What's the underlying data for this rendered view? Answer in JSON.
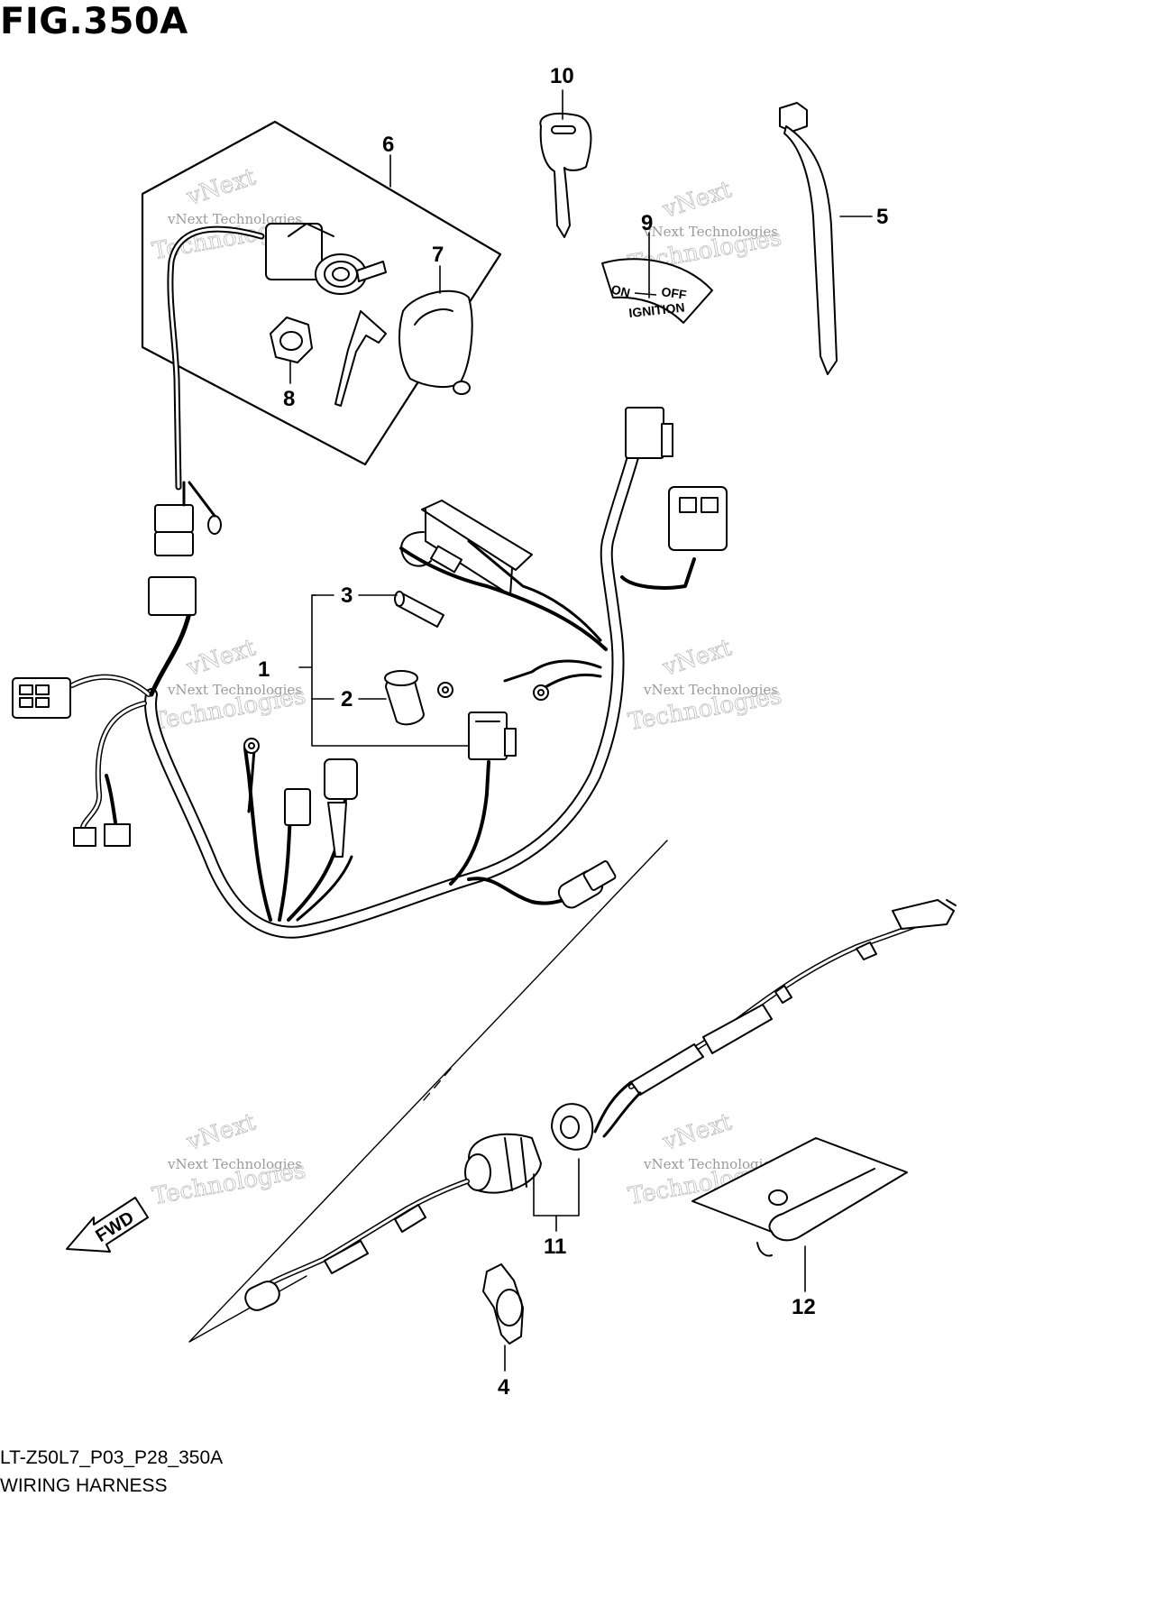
{
  "figure": {
    "title": "FIG.350A",
    "code": "LT-Z50L7_P03_P28_350A",
    "name": "WIRING HARNESS"
  },
  "part_labels": [
    "1",
    "2",
    "3",
    "4",
    "5",
    "6",
    "7",
    "8",
    "9",
    "10",
    "11",
    "12"
  ],
  "ignition_plate": {
    "on": "ON",
    "off": "OFF",
    "word": "IGNITION"
  },
  "direction_arrow": "FWD",
  "watermark": {
    "line1": "vNext Technologies",
    "line2": "Technologies",
    "line3": "vNext"
  }
}
